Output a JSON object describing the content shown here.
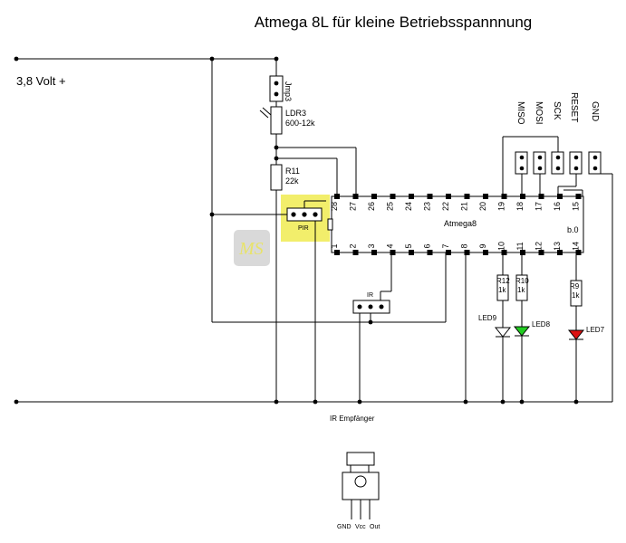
{
  "title": "Atmega 8L für kleine Betriebsspannnung",
  "supply_label": "3,8 Volt +",
  "chip": {
    "name": "Atmega8",
    "version": "b.0",
    "top_pins": [
      "28",
      "27",
      "26",
      "25",
      "24",
      "23",
      "22",
      "21",
      "20",
      "19",
      "18",
      "17",
      "16",
      "15"
    ],
    "bottom_pins": [
      "1",
      "2",
      "3",
      "4",
      "5",
      "6",
      "7",
      "8",
      "9",
      "10",
      "11",
      "12",
      "13",
      "14"
    ]
  },
  "isp": {
    "miso": "MISO",
    "mosi": "MOSI",
    "sck": "SCK",
    "reset": "RESET",
    "gnd": "GND"
  },
  "components": {
    "jmp": "Jmp3",
    "ldr_name": "LDR3",
    "ldr_value": "600-12k",
    "r11_name": "R11",
    "r11_value": "22k",
    "pir": "PIR",
    "ir": "IR",
    "r12_name": "R12",
    "r12_value": "1k",
    "r10_name": "R10",
    "r10_value": "1k",
    "r9_name": "R9",
    "r9_value": "1k",
    "led9": "LED9",
    "led8": "LED8",
    "led7": "LED7"
  },
  "logo": "MS",
  "ir_receiver": {
    "title": "IR Empfänger",
    "pins": [
      "GND",
      "Vcc",
      "Out"
    ]
  },
  "colors": {
    "pir_highlight": "#f2ee6b",
    "led_green": "#22cc22",
    "led_red": "#dd1111",
    "logo_bg": "#d9d9d9",
    "logo_text": "#e8e36a"
  }
}
